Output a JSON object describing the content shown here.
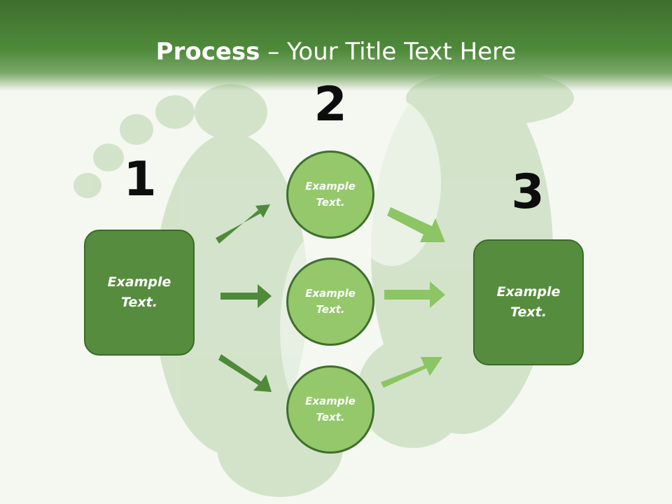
{
  "title": {
    "bold": "Process",
    "dash": " – ",
    "rest": "Your Title Text Here"
  },
  "steps": {
    "one": "1",
    "two": "2",
    "three": "3"
  },
  "nodes": {
    "left_box": "Example\nText.",
    "circle_top": "Example\nText.",
    "circle_middle": "Example\nText.",
    "circle_bottom": "Example\nText.",
    "right_box": "Example\nText."
  },
  "colors": {
    "header": "#4f8a3a",
    "box_fill": "#568c3e",
    "circle_fill": "#94c86a",
    "arrow_dark": "#4f8a3a",
    "arrow_light": "#8cc563"
  }
}
